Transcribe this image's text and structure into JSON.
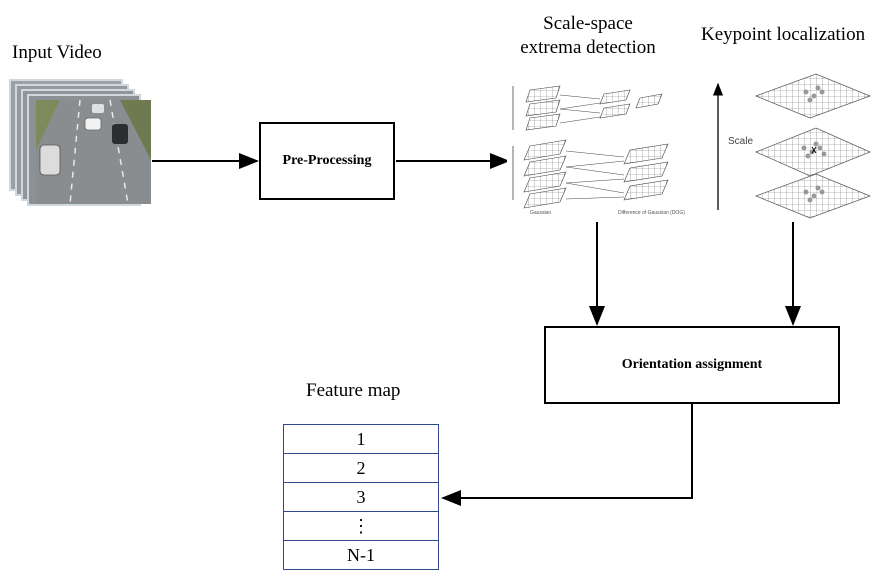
{
  "labels": {
    "input_video": "Input Video",
    "scale_space": [
      "Scale-space",
      "extrema detection"
    ],
    "keypoint": "Keypoint localization",
    "feature_map": "Feature map"
  },
  "boxes": {
    "preprocessing": "Pre-Processing",
    "orientation": "Orientation assignment"
  },
  "feature_map_rows": [
    "1",
    "2",
    "3",
    "⋮",
    "N-1"
  ],
  "figure_text": {
    "scale_axis": "Scale",
    "gaussian": "Gaussian",
    "dog": "Difference of Gaussian (DOG)"
  },
  "colors": {
    "feature_map_border": "#2f4b8f",
    "road": "#8a8d8f",
    "grass": "#7d8a5c"
  }
}
